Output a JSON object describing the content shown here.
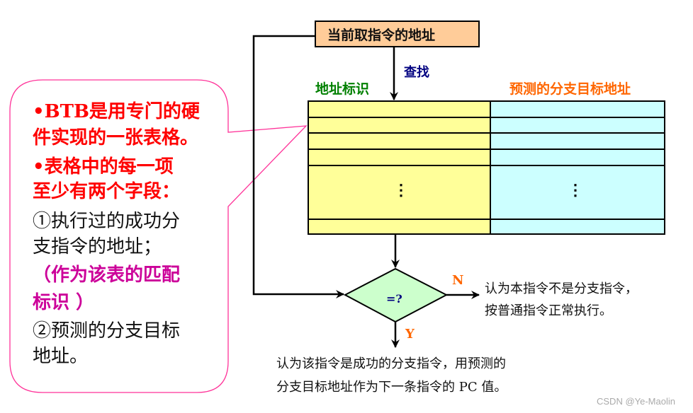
{
  "top_box": {
    "label": "当前取指令的地址"
  },
  "lookup_label": "查找",
  "table": {
    "left_header": "地址标识",
    "right_header": "预测的分支目标地址",
    "ellipsis": "⋮",
    "left_color": "#ffff99",
    "right_color": "#ccffff"
  },
  "decision": {
    "label": "=?",
    "no_label": "N",
    "yes_label": "Y",
    "no_text": [
      "认为本指令不是分支指令，",
      "按普通指令正常执行。"
    ],
    "yes_text": [
      "认为该指令是成功的分支指令，用预测的",
      "分支目标地址作为下一条指令的 PC 值。"
    ]
  },
  "callout": {
    "lines": [
      {
        "text": "•BTB是用专门的硬",
        "style": "red"
      },
      {
        "text": "件实现的一张表格。",
        "style": "red"
      },
      {
        "text": "•表格中的每一项",
        "style": "red"
      },
      {
        "text": "至少有两个字段：",
        "style": "red"
      },
      {
        "text": "①执行过的成功分",
        "style": "blk"
      },
      {
        "text": "支指令的地址；",
        "style": "blk"
      },
      {
        "text": "（作为该表的匹配",
        "style": "mag"
      },
      {
        "text": "标识 ）",
        "style": "mag"
      },
      {
        "text": "②预测的分支目标",
        "style": "blk"
      },
      {
        "text": "地址。",
        "style": "blk"
      }
    ],
    "border_color": "#ff3399"
  },
  "watermark": "CSDN @Ye-Maolin"
}
